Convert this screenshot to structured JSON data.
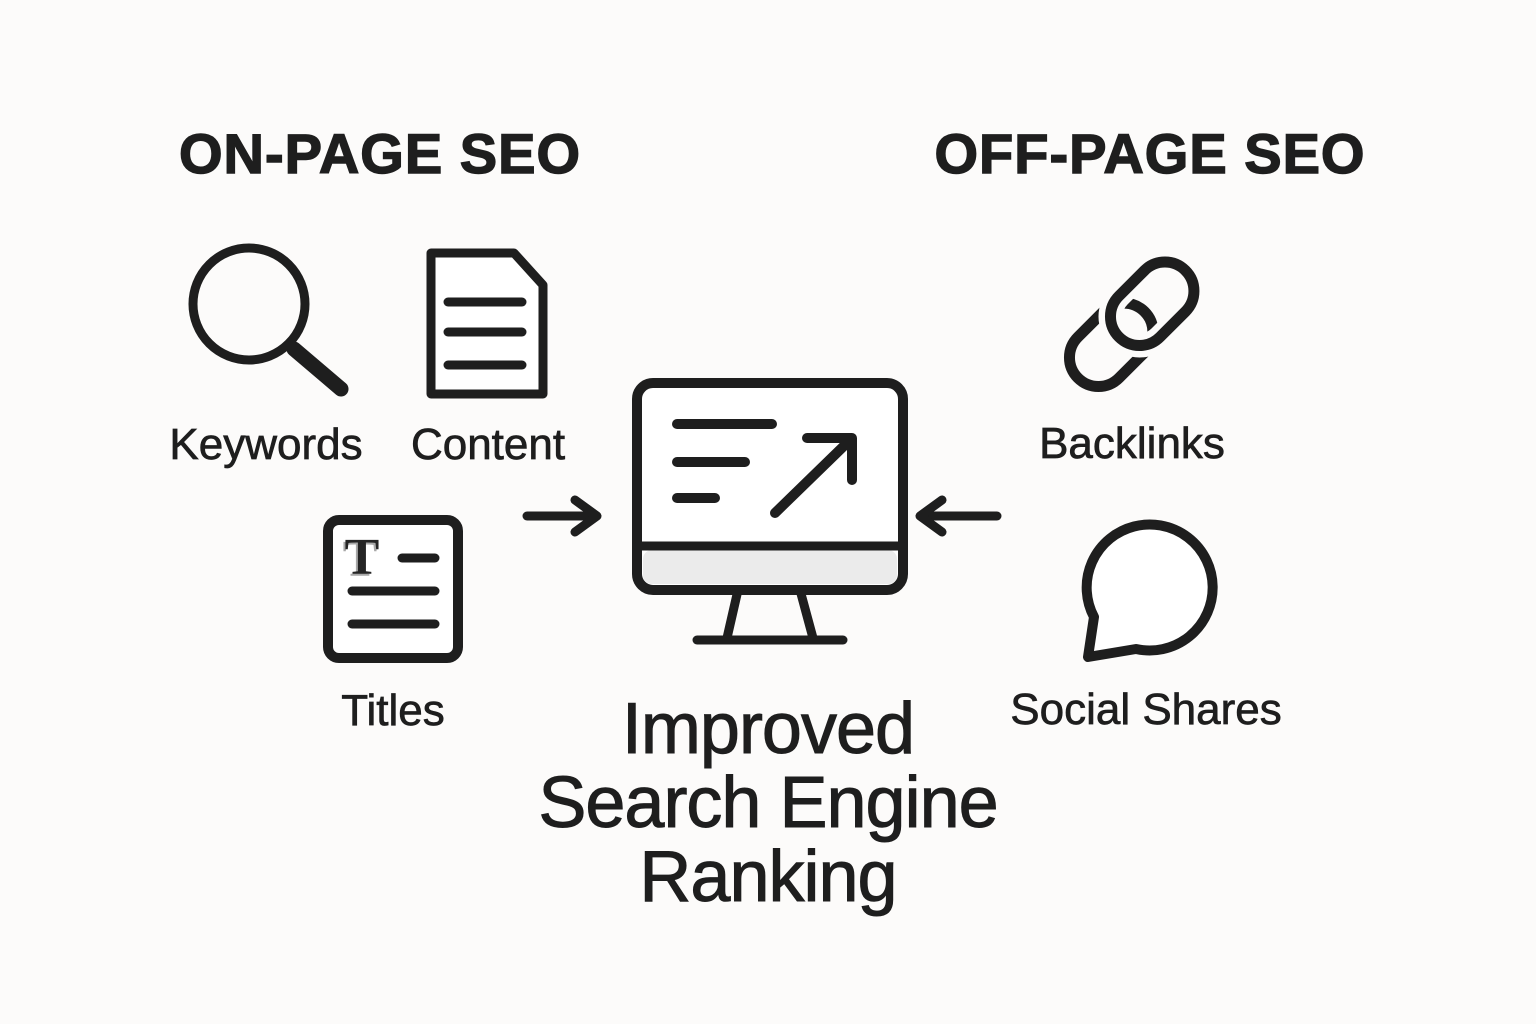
{
  "colors": {
    "background": "#fcfbfa",
    "ink": "#1e1e1e",
    "monitor_chin": "#ebebeb",
    "icon_fill": "#ffffff"
  },
  "headers": {
    "on_page": "ON-PAGE SEO",
    "off_page": "OFF-PAGE SEO"
  },
  "on_page_items": [
    {
      "label": "Keywords",
      "icon": "magnifier-icon"
    },
    {
      "label": "Content",
      "icon": "document-icon"
    },
    {
      "label": "Titles",
      "icon": "title-document-icon",
      "glyph": "T"
    }
  ],
  "off_page_items": [
    {
      "label": "Backlinks",
      "icon": "chain-link-icon"
    },
    {
      "label": "Social Shares",
      "icon": "speech-bubble-icon"
    }
  ],
  "center": {
    "icon": "monitor-rising-chart-icon",
    "lines": [
      "Improved",
      "Search Engine",
      "Ranking"
    ]
  },
  "flow": {
    "left_arrow_icon": "arrow-right-icon",
    "right_arrow_icon": "arrow-left-icon"
  }
}
